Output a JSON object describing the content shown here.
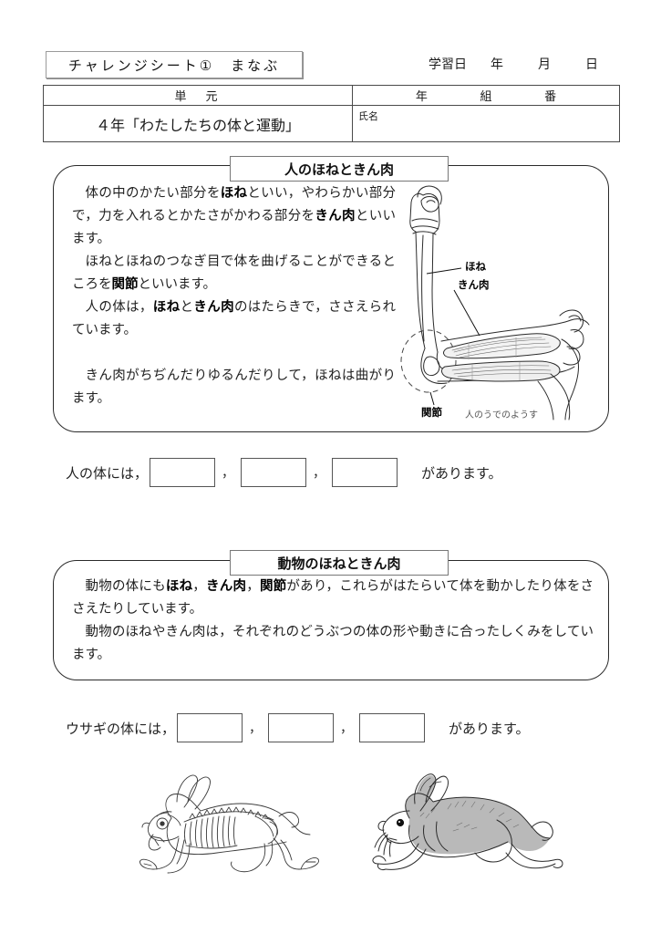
{
  "header": {
    "sheet_title": "チャレンジシート①　まなぶ",
    "study_date_label": "学習日",
    "date_units": [
      "年",
      "月",
      "日"
    ]
  },
  "info_table": {
    "unit_header": "単　元",
    "class_headers": [
      "年",
      "組",
      "番"
    ],
    "unit_value": "４年「わたしたちの体と運動」",
    "name_label": "氏名"
  },
  "section1": {
    "banner": "人のほねときん肉",
    "paragraphs": [
      {
        "runs": [
          {
            "t": "体の中のかたい部分を",
            "b": false
          },
          {
            "t": "ほね",
            "b": true
          },
          {
            "t": "といい，やわらかい部分で，力を入れるとかたさがかわる部分を",
            "b": false
          },
          {
            "t": "きん肉",
            "b": true
          },
          {
            "t": "といいます。",
            "b": false
          }
        ]
      },
      {
        "runs": [
          {
            "t": "ほねとほねのつなぎ目で体を曲げることができるところを",
            "b": false
          },
          {
            "t": "関節",
            "b": true
          },
          {
            "t": "といいます。",
            "b": false
          }
        ]
      },
      {
        "runs": [
          {
            "t": "人の体は，",
            "b": false
          },
          {
            "t": "ほね",
            "b": true
          },
          {
            "t": "と",
            "b": false
          },
          {
            "t": "きん肉",
            "b": true
          },
          {
            "t": "のはたらきで，ささえられています。",
            "b": false
          }
        ]
      },
      {
        "runs": [
          {
            "t": "きん肉がちぢんだりゆるんだりして，ほねは曲がります。",
            "b": false
          }
        ]
      }
    ],
    "figure": {
      "label_bone": "ほね",
      "label_muscle": "きん肉",
      "label_joint": "関節",
      "caption": "人のうでのようす"
    },
    "answer": {
      "lead": "人の体には，",
      "separator": "，",
      "tail": "があります。",
      "boxes": [
        "",
        "",
        ""
      ]
    }
  },
  "section2": {
    "banner": "動物のほねときん肉",
    "paragraphs": [
      {
        "runs": [
          {
            "t": "動物の体にも",
            "b": false
          },
          {
            "t": "ほね",
            "b": true
          },
          {
            "t": "，",
            "b": false
          },
          {
            "t": "きん肉",
            "b": true
          },
          {
            "t": "，",
            "b": false
          },
          {
            "t": "関節",
            "b": true
          },
          {
            "t": "があり，これらがはたらいて体を動かしたり体をささえたりしています。",
            "b": false
          }
        ]
      },
      {
        "runs": [
          {
            "t": "動物のほねやきん肉は，それぞれのどうぶつの体の形や動きに合ったしくみをしています。",
            "b": false
          }
        ]
      }
    ],
    "answer": {
      "lead": "ウサギの体には，",
      "separator": "，",
      "tail": "があります。",
      "boxes": [
        "",
        "",
        ""
      ]
    },
    "figures": {
      "skeleton_alt": "ウサギのほね",
      "muscle_alt": "ウサギのきん肉"
    }
  },
  "colors": {
    "ink": "#222222",
    "rule": "#4a4a4a",
    "muscle_fill": "#b9b9b9"
  }
}
